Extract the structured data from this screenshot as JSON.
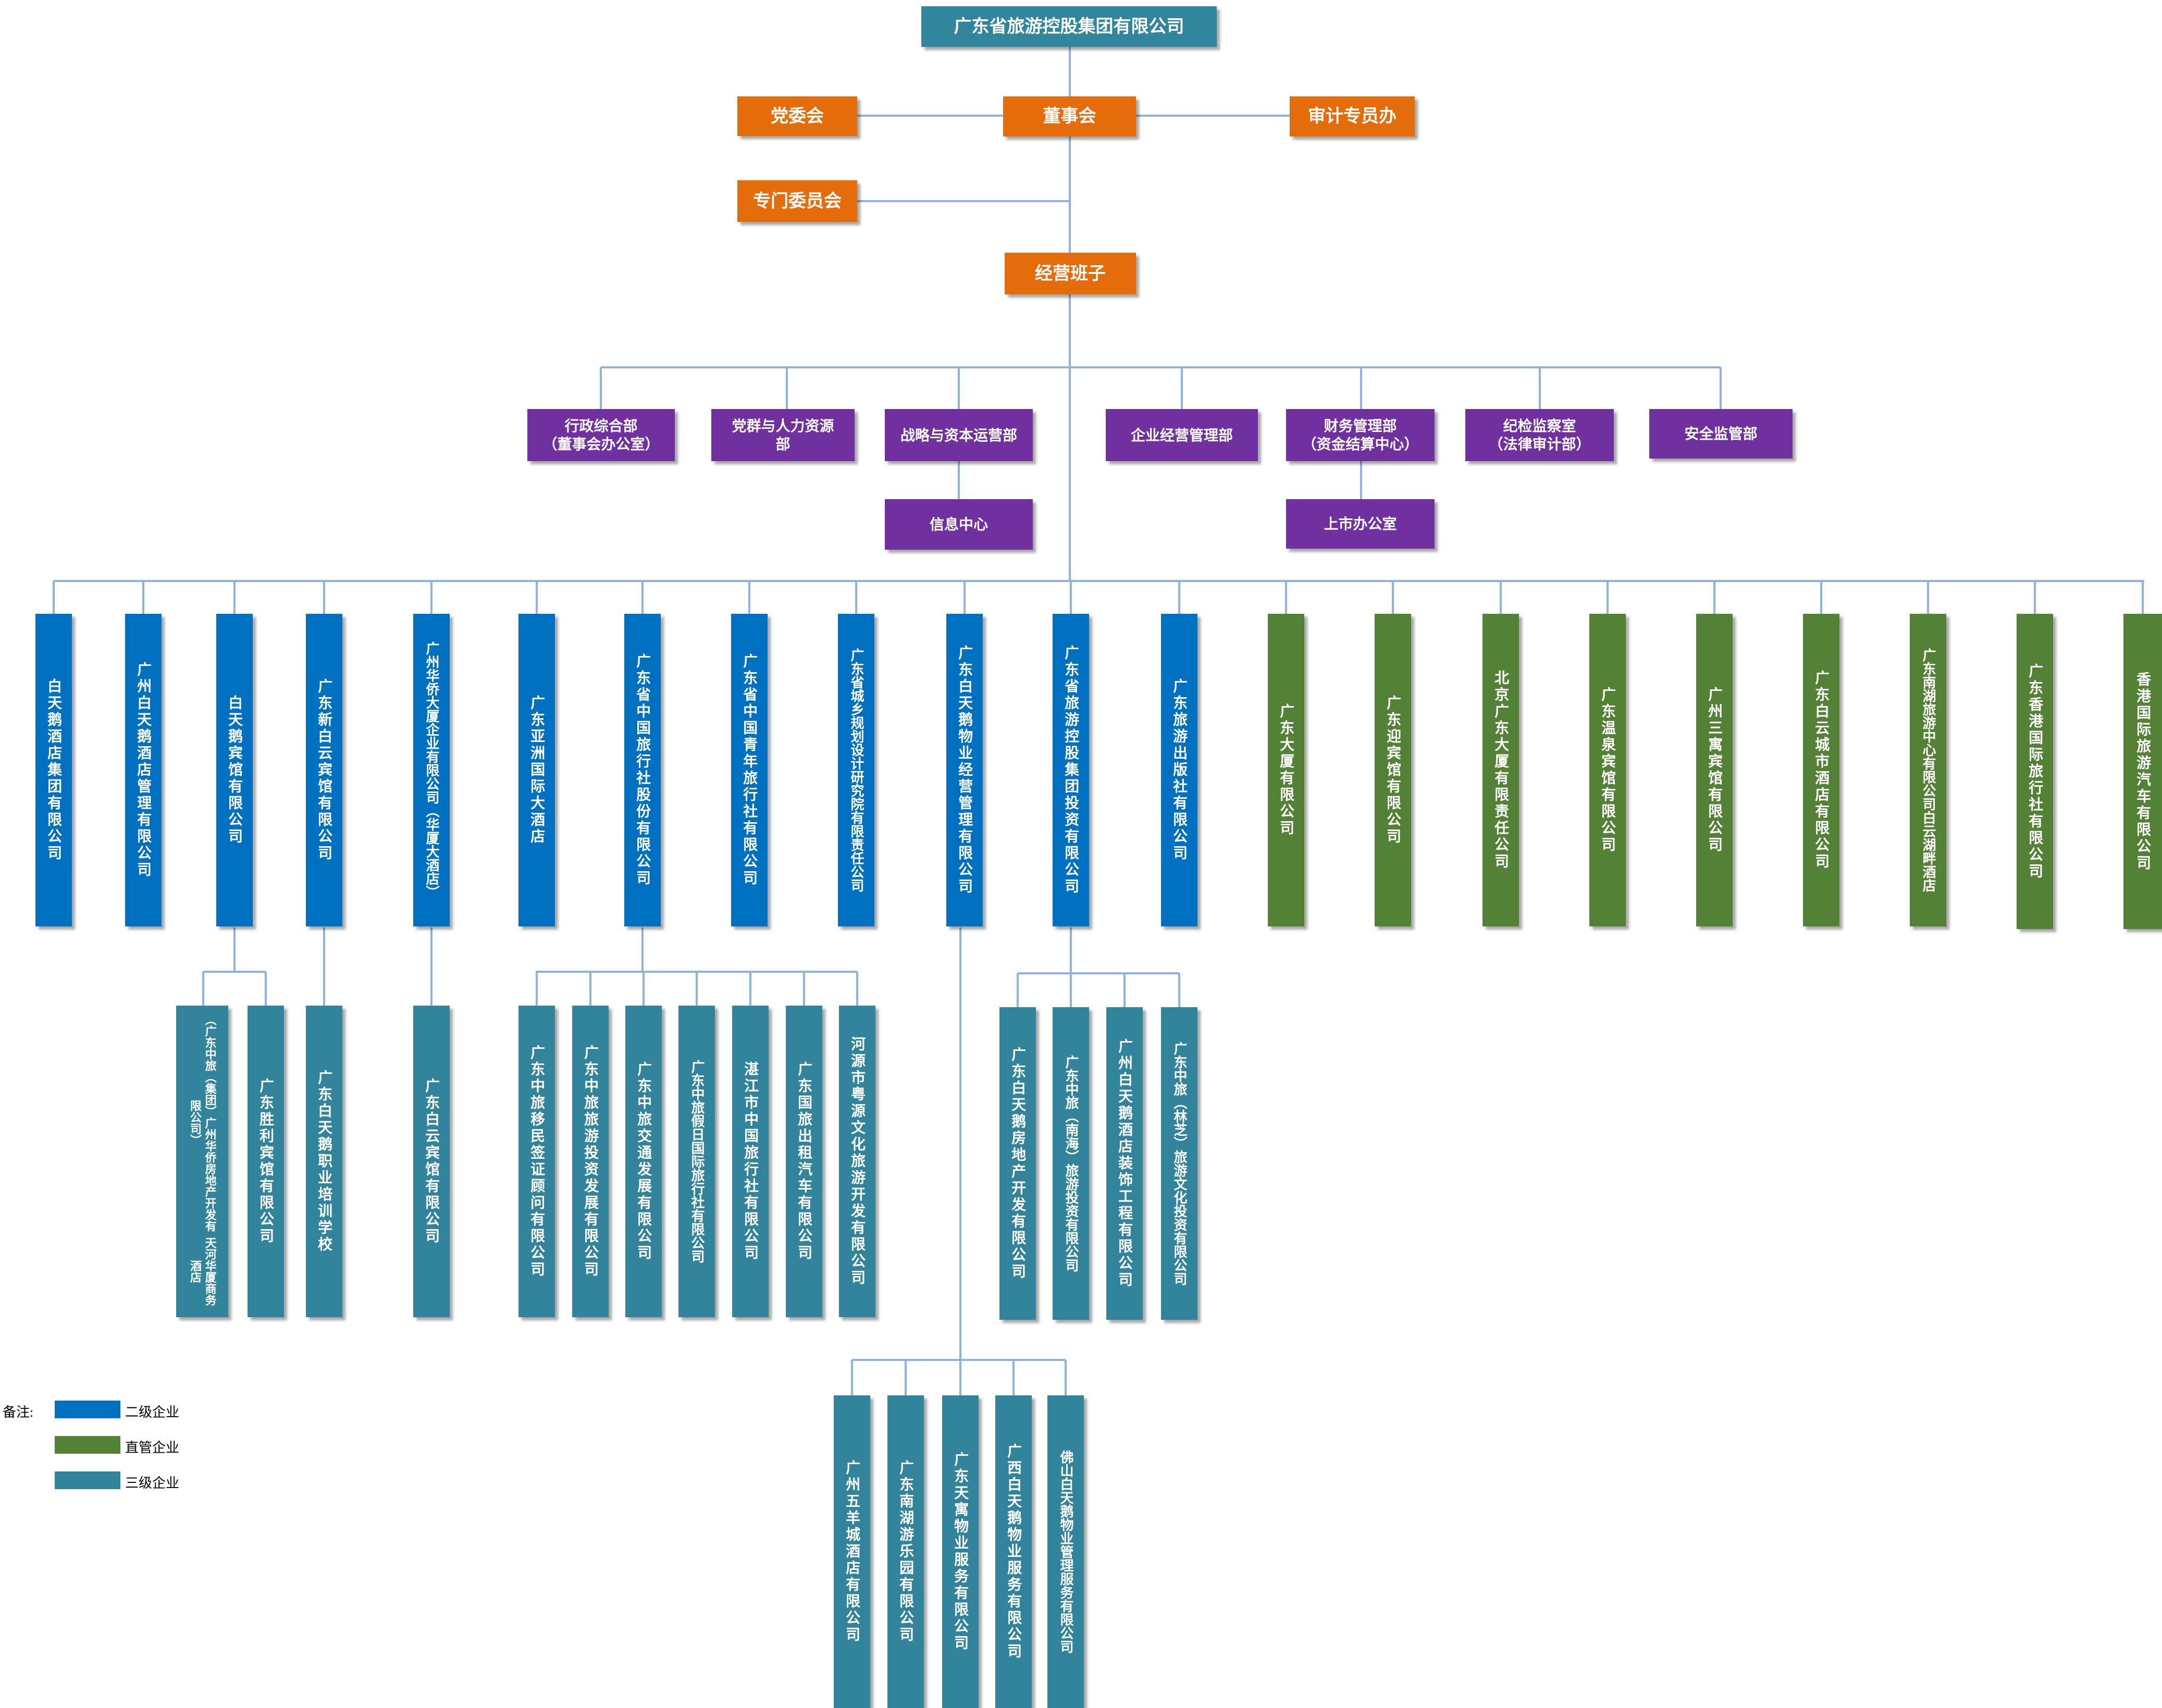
{
  "root": "广东省旅游控股集团有限公司",
  "governance": {
    "party_committee": "党委会",
    "board": "董事会",
    "audit_office": "审计专员办",
    "special_committee": "专门委员会",
    "management": "经营班子"
  },
  "departments": [
    {
      "line1": "行政综合部",
      "line2": "（董事会办公室）"
    },
    {
      "line1": "党群与人力资源",
      "line2": "部"
    },
    {
      "line1": "战略与资本运营部",
      "line2": ""
    },
    {
      "line1": "企业经营管理部",
      "line2": ""
    },
    {
      "line1": "财务管理部",
      "line2": "（资金结算中心）"
    },
    {
      "line1": "纪检监察室",
      "line2": "（法律审计部）"
    },
    {
      "line1": "安全监管部",
      "line2": ""
    }
  ],
  "sub_departments": {
    "info_center": "信息中心",
    "ipo_office": "上市办公室"
  },
  "level2_companies": [
    "白天鹅酒店集团有限公司",
    "广州白天鹅酒店管理有限公司",
    "白天鹅宾馆有限公司",
    "广东新白云宾馆有限公司",
    "广州华侨大厦企业有限公司（华厦大酒店）",
    "广东亚洲国际大酒店",
    "广东省中国旅行社股份有限公司",
    "广东省中国青年旅行社有限公司",
    "广东省城乡规划设计研究院有限责任公司",
    "广东白天鹅物业经营管理有限公司",
    "广东省旅游控股集团投资有限公司",
    "广东旅游出版社有限公司"
  ],
  "direct_companies": [
    "广东大厦有限公司",
    "广东迎宾馆有限公司",
    "北京广东大厦有限责任公司",
    "广东温泉宾馆有限公司",
    "广州三寓宾馆有限公司",
    "广东白云城市酒店有限公司",
    "广东南湖旅游中心有限公司白云湖畔酒店",
    "广东香港国际旅行社有限公司",
    "香港国际旅游汽车有限公司"
  ],
  "level3_companies": {
    "under_white_swan_hotel": [
      "（广东中旅（集团）广州华侨房地产开发有限公司）",
      "广东胜利宾馆有限公司"
    ],
    "under_white_swan_hotel_note": "天河华厦商务酒店",
    "under_new_baiyun": [
      "广东白天鹅职业培训学校"
    ],
    "under_huaqiao": [
      "广东白云宾馆有限公司"
    ],
    "under_cts": [
      "广东中旅移民签证顾问有限公司",
      "广东中旅旅游投资发展有限公司",
      "广东中旅交通发展有限公司",
      "广东中旅假日国际旅行社有限公司",
      "湛江市中国旅行社有限公司",
      "广东国旅出租汽车有限公司",
      "河源市粤源文化旅游开发有限公司"
    ],
    "under_investment": [
      "广东白天鹅房地产开发有限公司",
      "广东中旅（南海）旅游投资有限公司",
      "广州白天鹅酒店装饰工程有限公司",
      "广东中旅（林芝）旅游文化投资有限公司"
    ],
    "under_property": [
      "广州五羊城酒店有限公司",
      "广东南湖游乐园有限公司",
      "广东天寓物业服务有限公司",
      "广西白天鹅物业服务有限公司",
      "佛山白天鹅物业管理服务有限公司"
    ]
  },
  "legend": {
    "title": "备注:",
    "items": [
      {
        "label": "二级企业",
        "color": "#0070c0"
      },
      {
        "label": "直管企业",
        "color": "#538135"
      },
      {
        "label": "三级企业",
        "color": "#31849b"
      }
    ]
  },
  "colors": {
    "top": "#31859c",
    "orange": "#e46c0a",
    "purple": "#7030a0",
    "level2": "#0070c0",
    "direct": "#538135",
    "level3": "#31849b",
    "line": "#8db3e2"
  }
}
